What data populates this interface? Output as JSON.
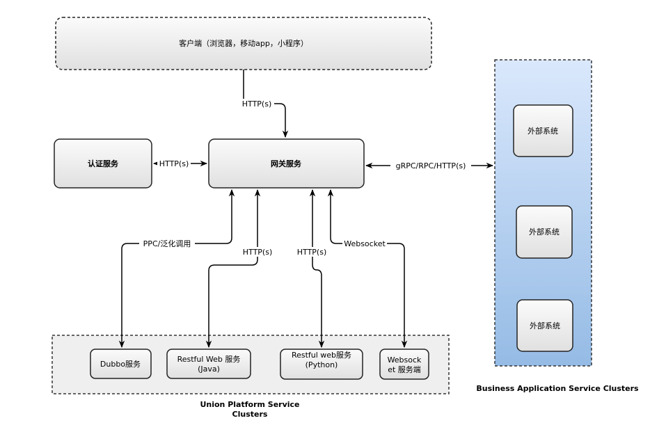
{
  "nodes": {
    "client": "客户端（浏览器，移动app，小程序）",
    "auth": "认证服务",
    "gateway": "网关服务",
    "ext1": "外部系统",
    "ext2": "外部系统",
    "ext3": "外部系统",
    "dubbo": "Dubbo服务",
    "restful_java_l1": "Restful Web 服务",
    "restful_java_l2": "(Java)",
    "restful_python_l1": "Restful web服务",
    "restful_python_l2": "(Python)",
    "websocket_l1": "Websock",
    "websocket_l2": "et 服务端"
  },
  "edges": {
    "client_gateway": "HTTP(s)",
    "auth_gateway": "HTTP(s)",
    "gateway_external": "gRPC/RPC/HTTP(s)",
    "gateway_dubbo": "PPC/泛化调用",
    "gateway_java": "HTTP(s)",
    "gateway_python": "HTTP(s)",
    "gateway_websocket": "Websocket"
  },
  "groups": {
    "union_l1": "Union Platform Service",
    "union_l2": "Clusters",
    "business": "Business Application Service Clusters"
  },
  "colors": {
    "node_fill_top": "#fbfbfb",
    "node_fill_bottom": "#e2e2e2",
    "cluster_fill": "#efefef",
    "business_fill_top": "#dae8fc",
    "business_fill_bottom": "#98bde6",
    "stroke": "#1a1a1a"
  }
}
